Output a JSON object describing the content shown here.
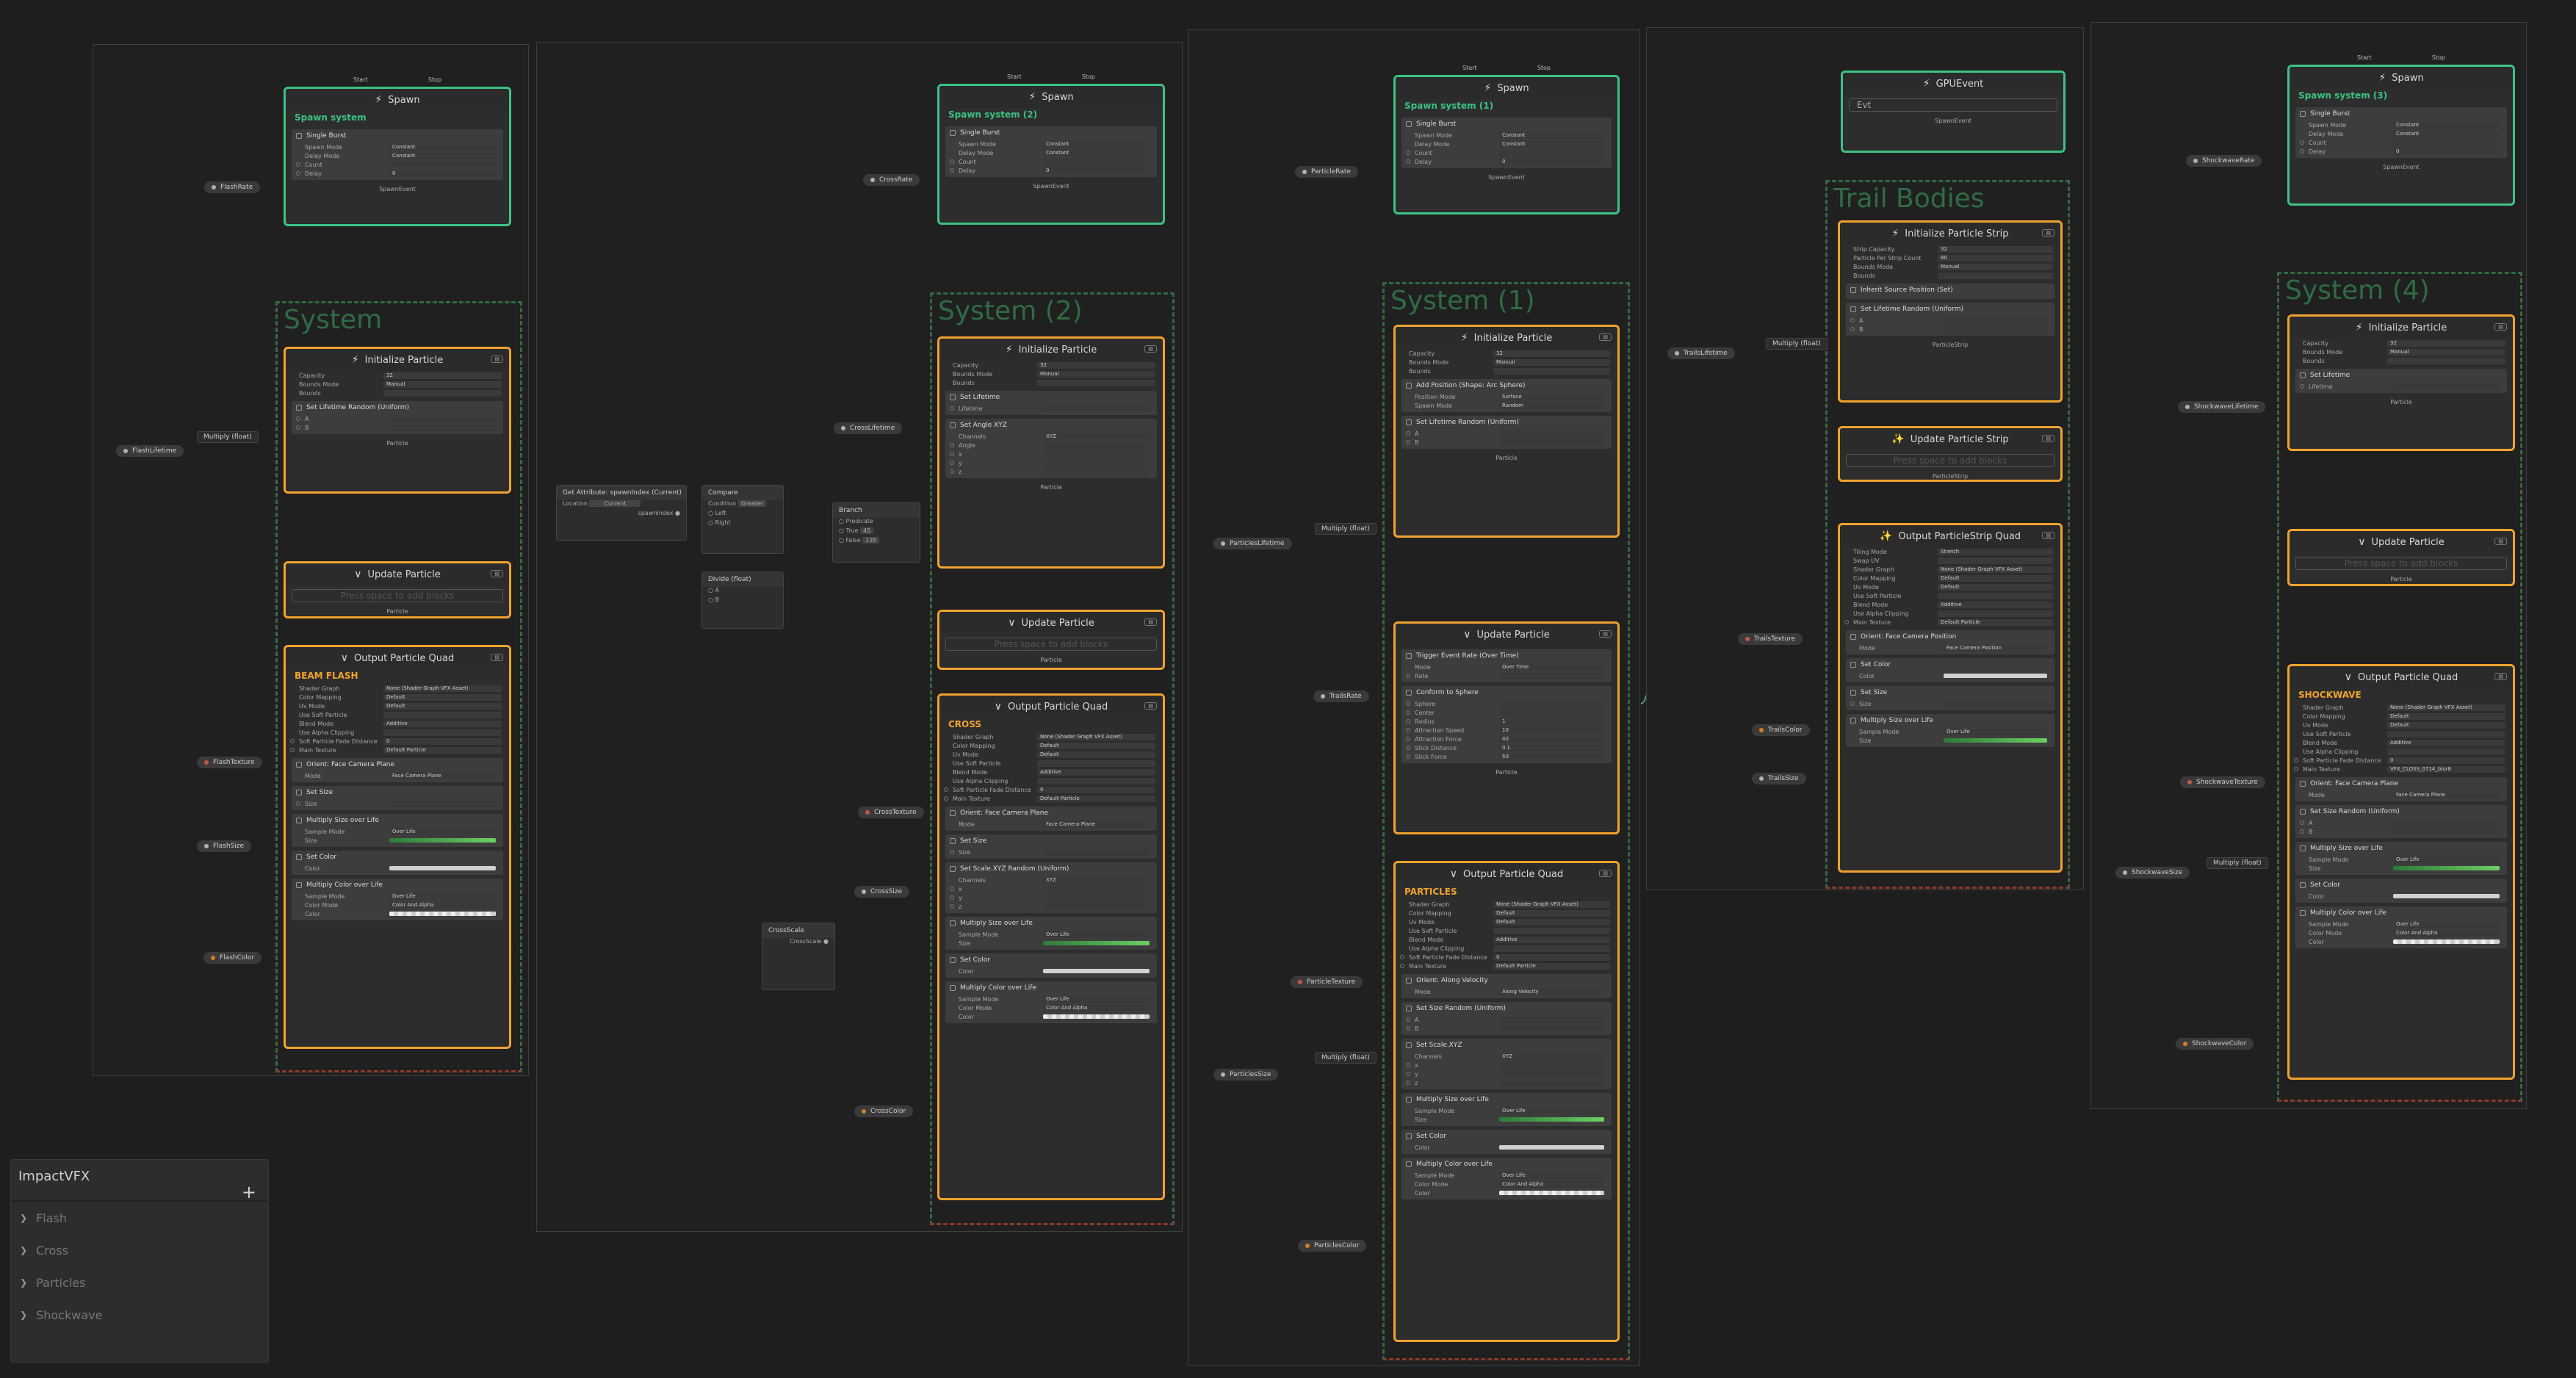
{
  "labels": {
    "start": "Start",
    "stop": "Stop",
    "spawn_event": "SpawnEvent",
    "particle": "Particle",
    "particle_strip": "ParticleStrip",
    "gpu_evt": "Evt",
    "press_space": "Press space to add blocks",
    "bounds": "Bounds",
    "multiply_float": "Multiply (float)",
    "cond_tag": "Greater",
    "true_label": "True",
    "false_label": "False",
    "predicate": "Predicate",
    "left": "Left",
    "right": "Right",
    "spawn_index": "spawnIndex",
    "location": "Location",
    "current": "Current",
    "x": "x",
    "y": "y",
    "z": "z",
    "size_label": "Size",
    "color_label": "Color",
    "a": "A",
    "b": "B",
    "lifetime_label": "Lifetime",
    "angle": "Angle",
    "channels": "Channels",
    "xyz": "XYZ",
    "default_particle": "Default Particle"
  },
  "spawns": [
    {
      "title": "Spawn",
      "subtitle": "Spawn system",
      "burst": "Single Burst",
      "mode": "Constant",
      "delay_mode": "Constant",
      "count": "Count",
      "delay": "Delay",
      "delay_val": "0"
    },
    {
      "title": "Spawn",
      "subtitle": "Spawn system (2)",
      "burst": "Single Burst",
      "mode": "Constant",
      "delay_mode": "Constant",
      "count": "Count",
      "delay": "Delay",
      "delay_val": "0"
    },
    {
      "title": "Spawn",
      "subtitle": "Spawn system (1)",
      "burst": "Single Burst",
      "mode": "Constant",
      "delay_mode": "Constant",
      "count": "Count",
      "delay": "Delay",
      "delay_val": "0"
    },
    {
      "title": "Spawn",
      "subtitle": "Spawn system (3)",
      "burst": "Single Burst",
      "mode": "Constant",
      "delay_mode": "Constant",
      "count": "Count",
      "delay": "Delay",
      "delay_val": "0"
    }
  ],
  "spawn_rows": {
    "mode_label": "Spawn Mode",
    "delay_mode_label": "Delay Mode"
  },
  "systems": [
    "System",
    "System (2)",
    "System (1)",
    "Trail Bodies",
    "System (4)"
  ],
  "inits": [
    {
      "title": "Initialize Particle",
      "capacity": "32",
      "bounds_mode": "Manual",
      "blocks": [
        "Set Lifetime Random (Uniform)"
      ]
    },
    {
      "title": "Initialize Particle",
      "capacity": "32",
      "bounds_mode": "Manual",
      "blocks": [
        "Set Lifetime",
        "Set Angle XYZ"
      ]
    },
    {
      "title": "Initialize Particle",
      "capacity": "32",
      "bounds_mode": "Manual",
      "blocks": [
        "Add Position (Shape: Arc Sphere)",
        "Set Lifetime Random (Uniform)"
      ]
    },
    {
      "title": "Initialize Particle",
      "capacity": "32",
      "bounds_mode": "Manual",
      "blocks": [
        "Set Lifetime"
      ]
    }
  ],
  "init_rows": {
    "capacity_label": "Capacity",
    "bounds_mode_label": "Bounds Mode",
    "position_mode": "Position Mode",
    "position_mode_val": "Surface",
    "spawn_mode": "Spawn Mode",
    "spawn_mode_val": "Random",
    "arc_sphere": "Arc Sphere"
  },
  "updates": [
    {
      "title": "Update Particle",
      "blocks": []
    },
    {
      "title": "Update Particle",
      "blocks": []
    },
    {
      "title": "Update Particle",
      "blocks": [
        "Trigger Event Rate (Over Time)",
        "Conform to Sphere"
      ]
    },
    {
      "title": "Update Particle",
      "blocks": []
    }
  ],
  "update_rows": {
    "mode": "Mode",
    "over_time": "Over Time",
    "rate": "Rate",
    "center": "Center",
    "radius": "Radius",
    "attraction_speed": "Attraction Speed",
    "attraction_force": "Attraction Force",
    "stick_distance": "Stick Distance",
    "stick_force": "Stick Force",
    "sphere": "Sphere",
    "val_1": "1",
    "val_10": "10",
    "val_40": "40",
    "val_01": "0.1",
    "val_50": "50",
    "val_0": "0"
  },
  "outputs": [
    {
      "title": "Output Particle Quad",
      "name": "BEAM FLASH",
      "blocks": [
        "Orient: Face Camera Plane",
        "Set Size",
        "Multiply Size over Life",
        "Set Color",
        "Multiply Color over Life"
      ]
    },
    {
      "title": "Output Particle Quad",
      "name": "CROSS",
      "blocks": [
        "Orient: Face Camera Plane",
        "Set Size",
        "Set Scale.XYZ Random (Uniform)",
        "Multiply Size over Life",
        "Set Color",
        "Multiply Color over Life"
      ]
    },
    {
      "title": "Output Particle Quad",
      "name": "PARTICLES",
      "blocks": [
        "Orient: Along Velocity",
        "Set Size Random (Uniform)",
        "Set Scale.XYZ",
        "Multiply Size over Life",
        "Set Color",
        "Multiply Color over Life"
      ]
    },
    {
      "title": "Output Particle Quad",
      "name": "SHOCKWAVE",
      "blocks": [
        "Orient: Face Camera Plane",
        "Set Size Random (Uniform)",
        "Multiply Size over Life",
        "Set Color",
        "Multiply Color over Life"
      ]
    }
  ],
  "output_rows": {
    "shader_graph": "Shader Graph",
    "shader_val": "None (Shader Graph VFX Asset)",
    "color_mapping": "Color Mapping",
    "uv_mode": "Uv Mode",
    "default": "Default",
    "use_soft": "Use Soft Particle",
    "blend_mode": "Blend Mode",
    "additive": "Additive",
    "alpha_clip": "Use Alpha Clipping",
    "soft_fade": "Soft Particle Fade Distance",
    "main_texture": "Main Texture",
    "face_camera_plane": "Face Camera Plane",
    "along_velocity": "Along Velocity",
    "over_life": "Over Life",
    "color_and_alpha": "Color And Alpha",
    "sample_mode": "Sample Mode",
    "color_mode": "Color Mode",
    "tex_val": "VFX_CLOSS_0714_blur8"
  },
  "trail": {
    "gpu_title": "GPUEvent",
    "init_title": "Initialize Particle Strip",
    "strip_capacity": "Strip Capacity",
    "strip_capacity_val": "32",
    "per_strip": "Particle Per Strip Count",
    "per_strip_val": "80",
    "bounds_mode": "Bounds Mode",
    "bounds_mode_val": "Manual",
    "init_blocks": [
      "Inherit Source Position (Set)",
      "Set Lifetime Random (Uniform)"
    ],
    "update_title": "Update Particle Strip",
    "output_title": "Output ParticleStrip Quad",
    "tiling_mode": "Tiling Mode",
    "tiling_val": "Stretch",
    "swap_uv": "Swap UV",
    "output_blocks": [
      "Orient: Face Camera Position",
      "Set Color",
      "Set Size",
      "Multiply Size over Life"
    ],
    "face_camera_position": "Face Camera Position"
  },
  "operators": {
    "get_attr": "Get Attribute: spawnIndex (Current)",
    "compare": "Compare",
    "condition": "Condition",
    "branch": "Branch",
    "true_val": "45",
    "false_val": "135",
    "divide": "Divide (float)",
    "cross_scale": "CrossScale"
  },
  "properties": [
    "FlashRate",
    "FlashLifetime",
    "FlashTexture",
    "FlashSize",
    "FlashColor",
    "CrossRate",
    "CrossLifetime",
    "CrossTexture",
    "CrossSize",
    "CrossColor",
    "ParticleRate",
    "ParticlesLifetime",
    "TrailsRate",
    "ParticleTexture",
    "ParticlesSize",
    "ParticlesColor",
    "TrailsLifetime",
    "TrailsTexture",
    "TrailsColor",
    "TrailsSize",
    "ShockwaveRate",
    "ShockwaveLifetime",
    "ShockwaveTexture",
    "ShockwaveSize",
    "ShockwaveColor"
  ],
  "blackboard": {
    "title": "ImpactVFX",
    "add": "+",
    "categories": [
      "Flash",
      "Cross",
      "Particles",
      "Shockwave"
    ]
  },
  "colors": {
    "orange": "#f0a32f",
    "green": "#3cc384",
    "red": "#c0584a",
    "wire": "#5fa8a0"
  }
}
